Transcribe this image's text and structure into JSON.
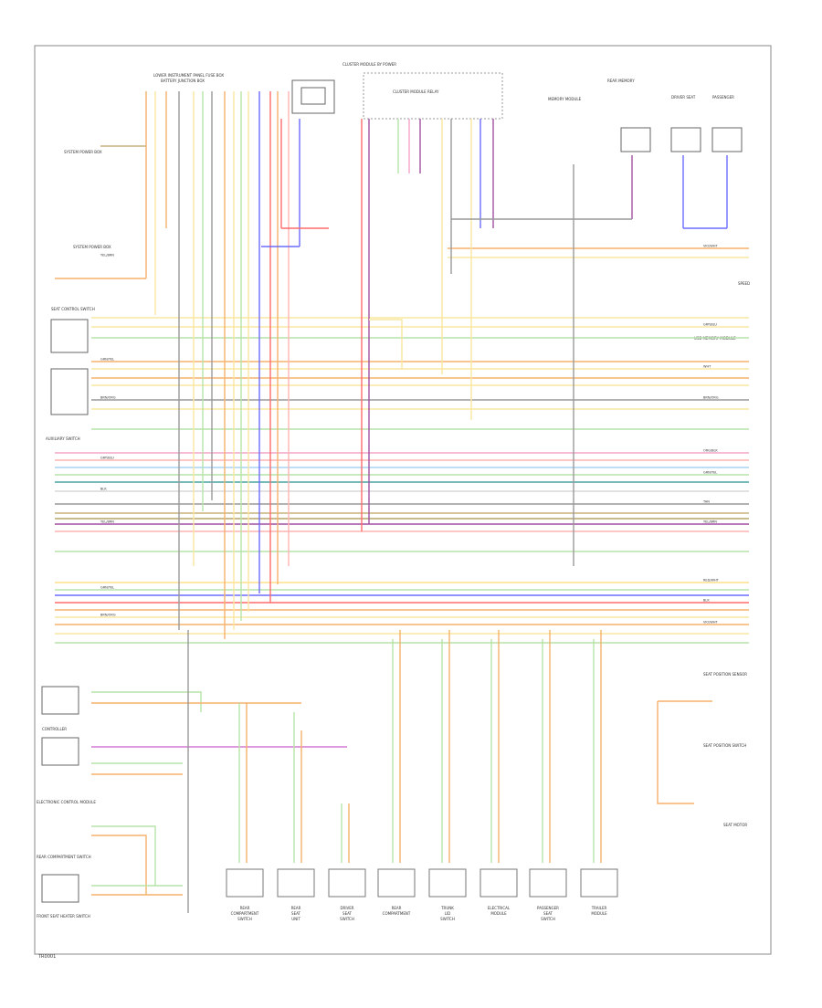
{
  "diagram": {
    "footer_code": "TR0001",
    "labels": {
      "top_connector": "LOWER INSTRUMENT PANEL FUSE BOX",
      "top_connector_sub": "BATTERY JUNCTION BOX",
      "top_module": "CLUSTER MODULE RELAY",
      "top_module_sub": "CLUSTER MODULE BY POWER",
      "left_inertia": "SYSTEM POWER BOX",
      "left_ground": "SYSTEM POWER BOX",
      "right_ground": "SPEED",
      "right_clock": "USB MEMORY MODULE",
      "left_light_module": "SEAT CONTROL SWITCH",
      "left_multi": "AUXILIARY SWITCH",
      "right_a": "MEMORY MODULE",
      "right_b": "REAR MEMORY",
      "right_c": "DRIVER SEAT",
      "right_d": "PASSENGER",
      "left_ctrl": "CONTROLLER",
      "left_ctrl2": "ELECTRONIC CONTROL MODULE",
      "left_ctrl3": "REAR COMPARTMENT SWITCH",
      "left_ctrl4": "FRONT SEAT HEATER SWITCH",
      "right_lower_a": "SEAT POSITION SENSOR",
      "right_lower_b": "SEAT POSITION SWITCH",
      "right_lower_c": "SEAT MOTOR"
    },
    "bottom_components": [
      "REAR COMPARTMENT SWITCH",
      "REAR SEAT UNIT",
      "DRIVER SEAT SWITCH",
      "REAR COMPARTMENT",
      "TRUNK LID SWITCH",
      "ELECTRICAL MODULE",
      "PASSENGER SEAT SWITCH",
      "TRAILER MODULE"
    ],
    "wire_tags": [
      "VIO/WHT",
      "YEL/BRN",
      "ORG/BLK",
      "GRY/BLU",
      "RED/WHT",
      "GRN/YEL",
      "WHT",
      "BLK",
      "TAN",
      "BRN/ORG"
    ]
  }
}
